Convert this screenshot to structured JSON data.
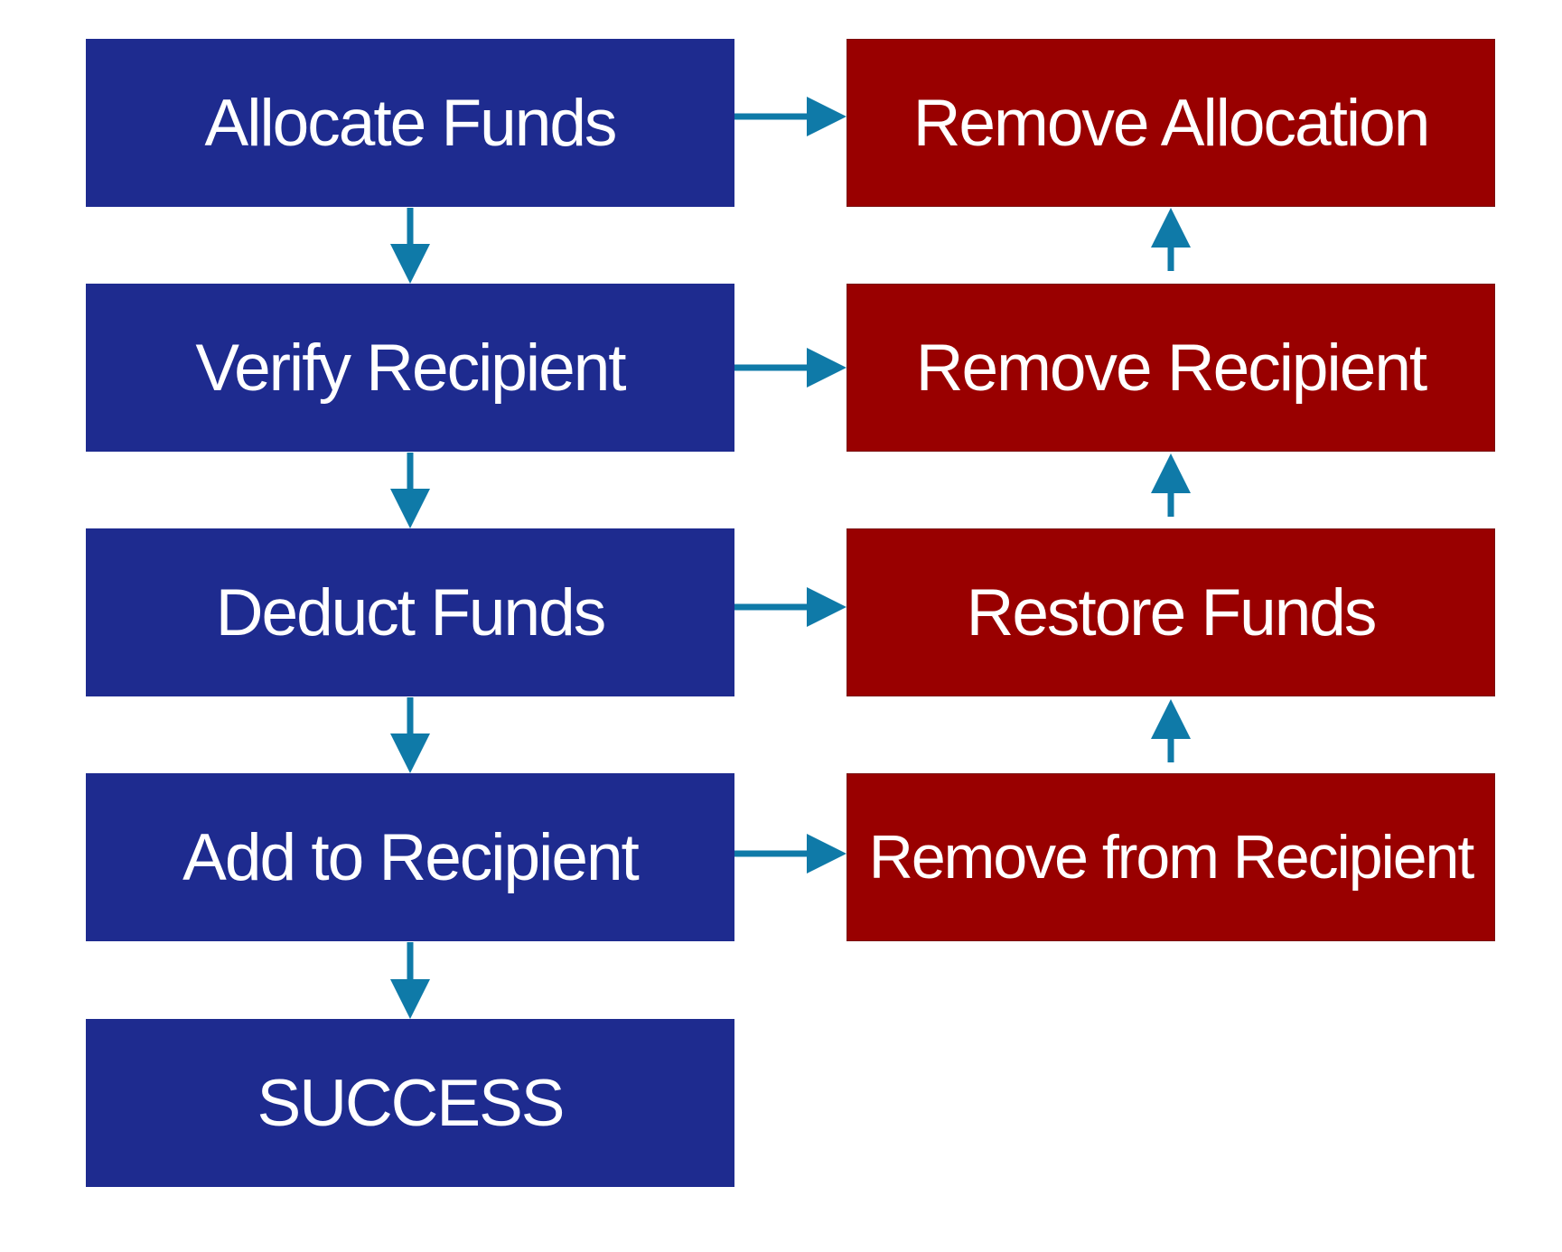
{
  "diagram": {
    "forward_steps": [
      {
        "label": "Allocate Funds"
      },
      {
        "label": "Verify Recipient"
      },
      {
        "label": "Deduct Funds"
      },
      {
        "label": "Add to Recipient"
      },
      {
        "label": "SUCCESS"
      }
    ],
    "undo_steps": [
      {
        "label": "Remove Allocation"
      },
      {
        "label": "Remove Recipient"
      },
      {
        "label": "Restore Funds"
      },
      {
        "label": "Remove from Recipient"
      }
    ],
    "colors": {
      "forward": "#1e2b8f",
      "undo": "#990000",
      "arrow": "#0f7aa8",
      "background": "#ffffff"
    }
  }
}
